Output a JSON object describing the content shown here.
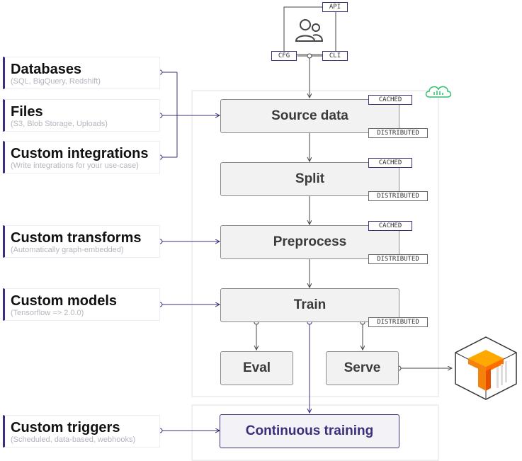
{
  "inputs": [
    {
      "title": "Databases",
      "subtitle": "(SQL, BigQuery, Redshift)"
    },
    {
      "title": "Files",
      "subtitle": "(S3, Blob Storage, Uploads)"
    },
    {
      "title": "Custom integrations",
      "subtitle": "(Write integrations for your use-case)"
    },
    {
      "title": "Custom transforms",
      "subtitle": "(Automatically graph-embedded)"
    },
    {
      "title": "Custom models",
      "subtitle": "(Tensorflow => 2.0.0)"
    },
    {
      "title": "Custom triggers",
      "subtitle": "(Scheduled, data-based, webhooks)"
    }
  ],
  "interface_tags": {
    "api": "API",
    "cfg": "CFG",
    "cli": "CLI"
  },
  "pipeline": {
    "source": "Source data",
    "split": "Split",
    "preprocess": "Preprocess",
    "train": "Train",
    "eval": "Eval",
    "serve": "Serve",
    "continuous": "Continuous training"
  },
  "tags": {
    "cached": "CACHED",
    "distributed": "DISTRIBUTED"
  },
  "icons": [
    "users-icon",
    "cloud-icon",
    "tensorflow-logo-icon"
  ],
  "colors": {
    "accent": "#3a2f7a",
    "node_bg": "#f2f2f2",
    "cloud": "#2fbf6f",
    "tf_orange": "#f5820b"
  }
}
